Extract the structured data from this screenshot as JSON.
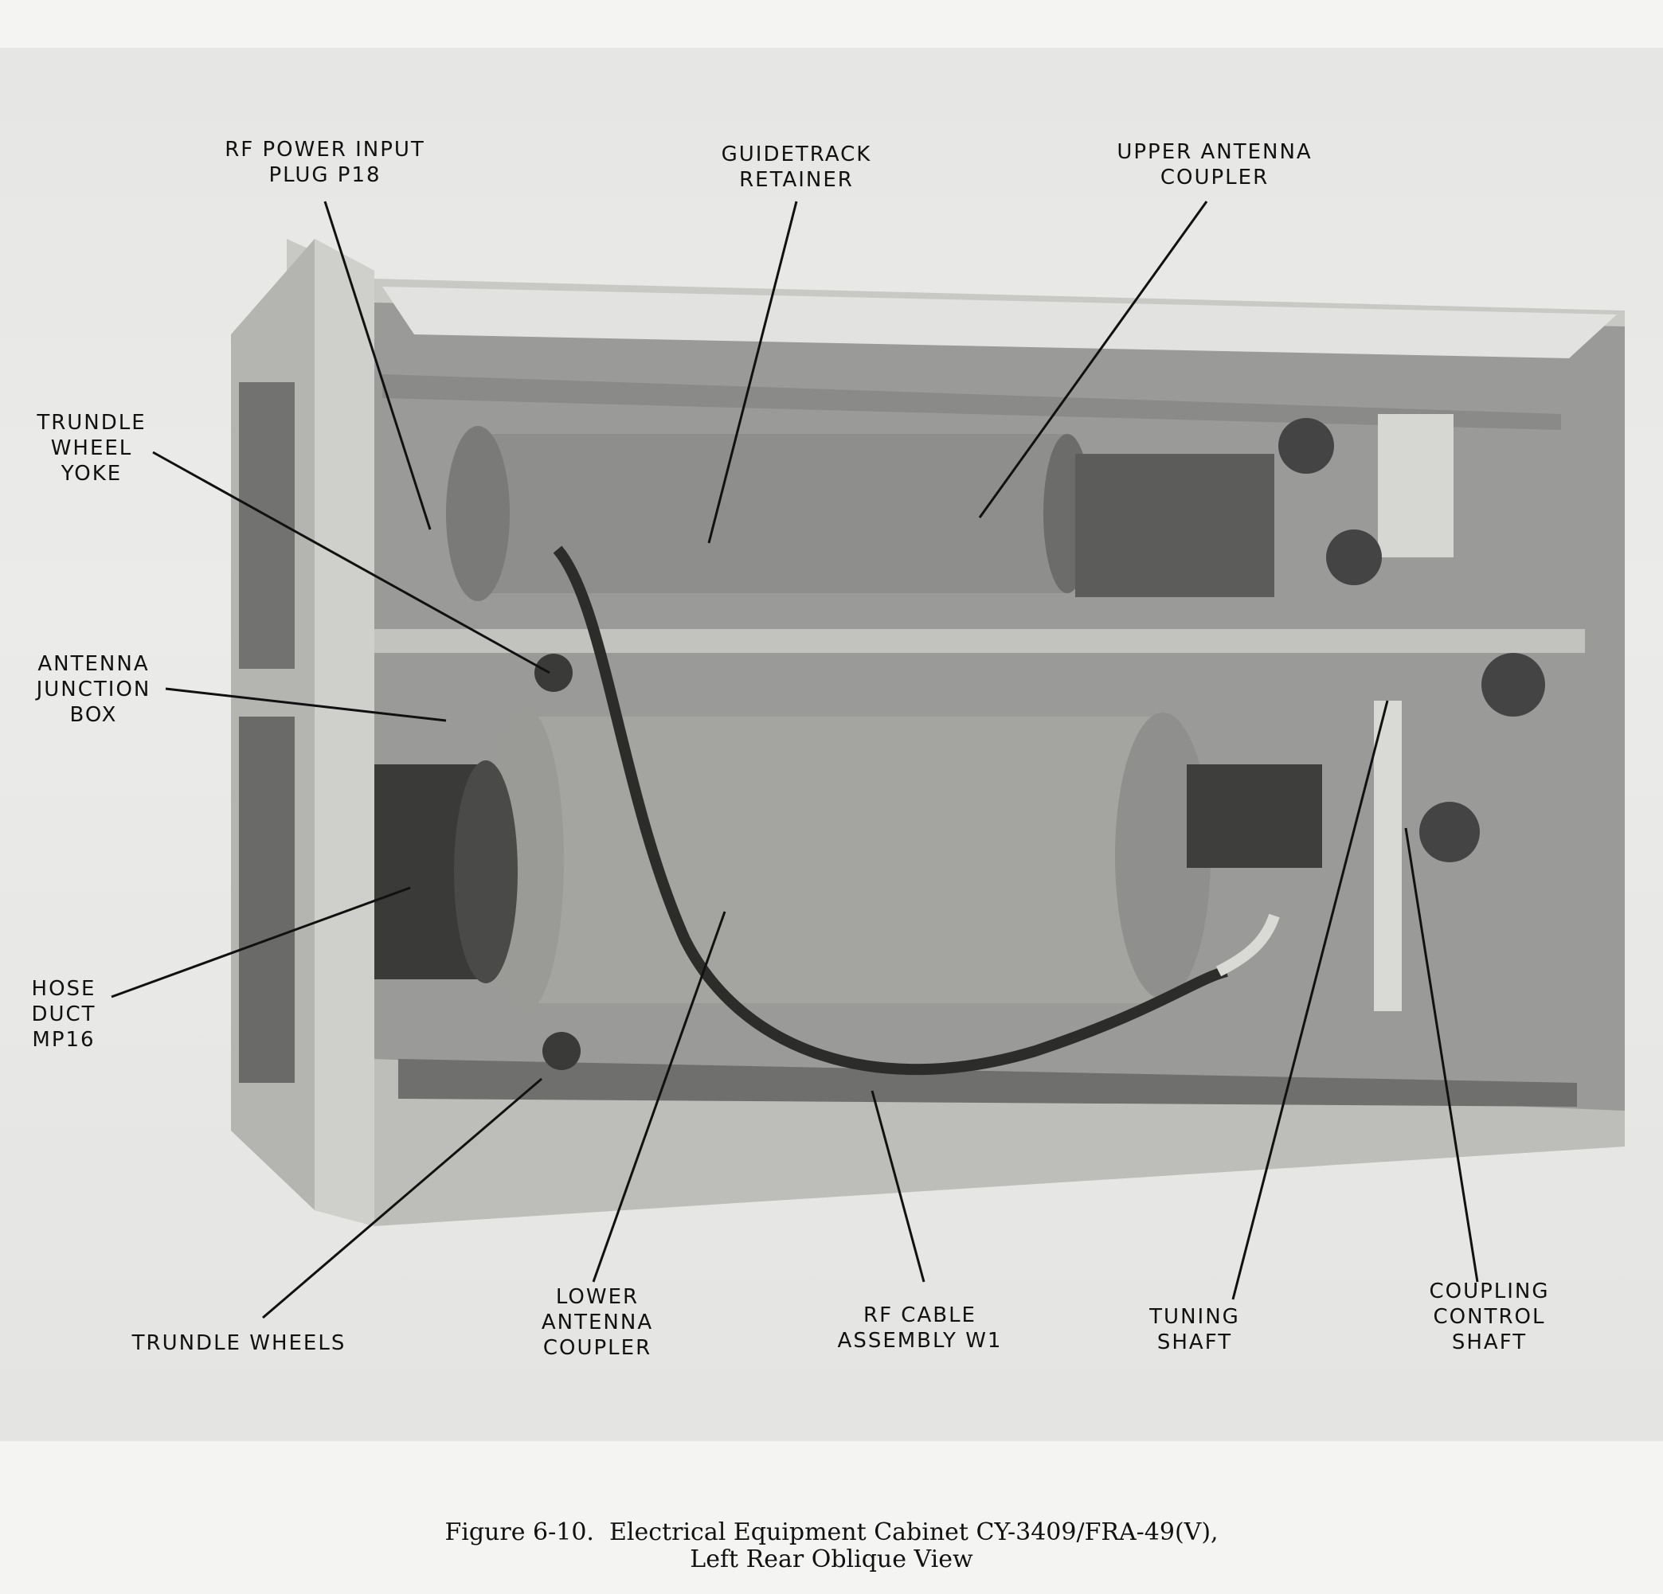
{
  "callouts": {
    "rf_power_input": "RF POWER INPUT\nPLUG P18",
    "guidetrack_retainer": "GUIDETRACK\nRETAINER",
    "upper_antenna_coupler": "UPPER ANTENNA\nCOUPLER",
    "trundle_wheel_yoke": "TRUNDLE\nWHEEL\nYOKE",
    "antenna_junction_box": "ANTENNA\nJUNCTION\nBOX",
    "hose_duct": "HOSE\nDUCT\nMP16",
    "trundle_wheels": "TRUNDLE  WHEELS",
    "lower_antenna_coupler": "LOWER\nANTENNA\nCOUPLER",
    "rf_cable_assembly": "RF CABLE\nASSEMBLY  W1",
    "tuning_shaft": "TUNING\nSHAFT",
    "coupling_control_shaft": "COUPLING\nCONTROL\nSHAFT"
  },
  "caption": {
    "line1": "Figure 6-10.  Electrical Equipment Cabinet CY-3409/FRA-49(V),",
    "line2": "Left Rear Oblique View"
  }
}
